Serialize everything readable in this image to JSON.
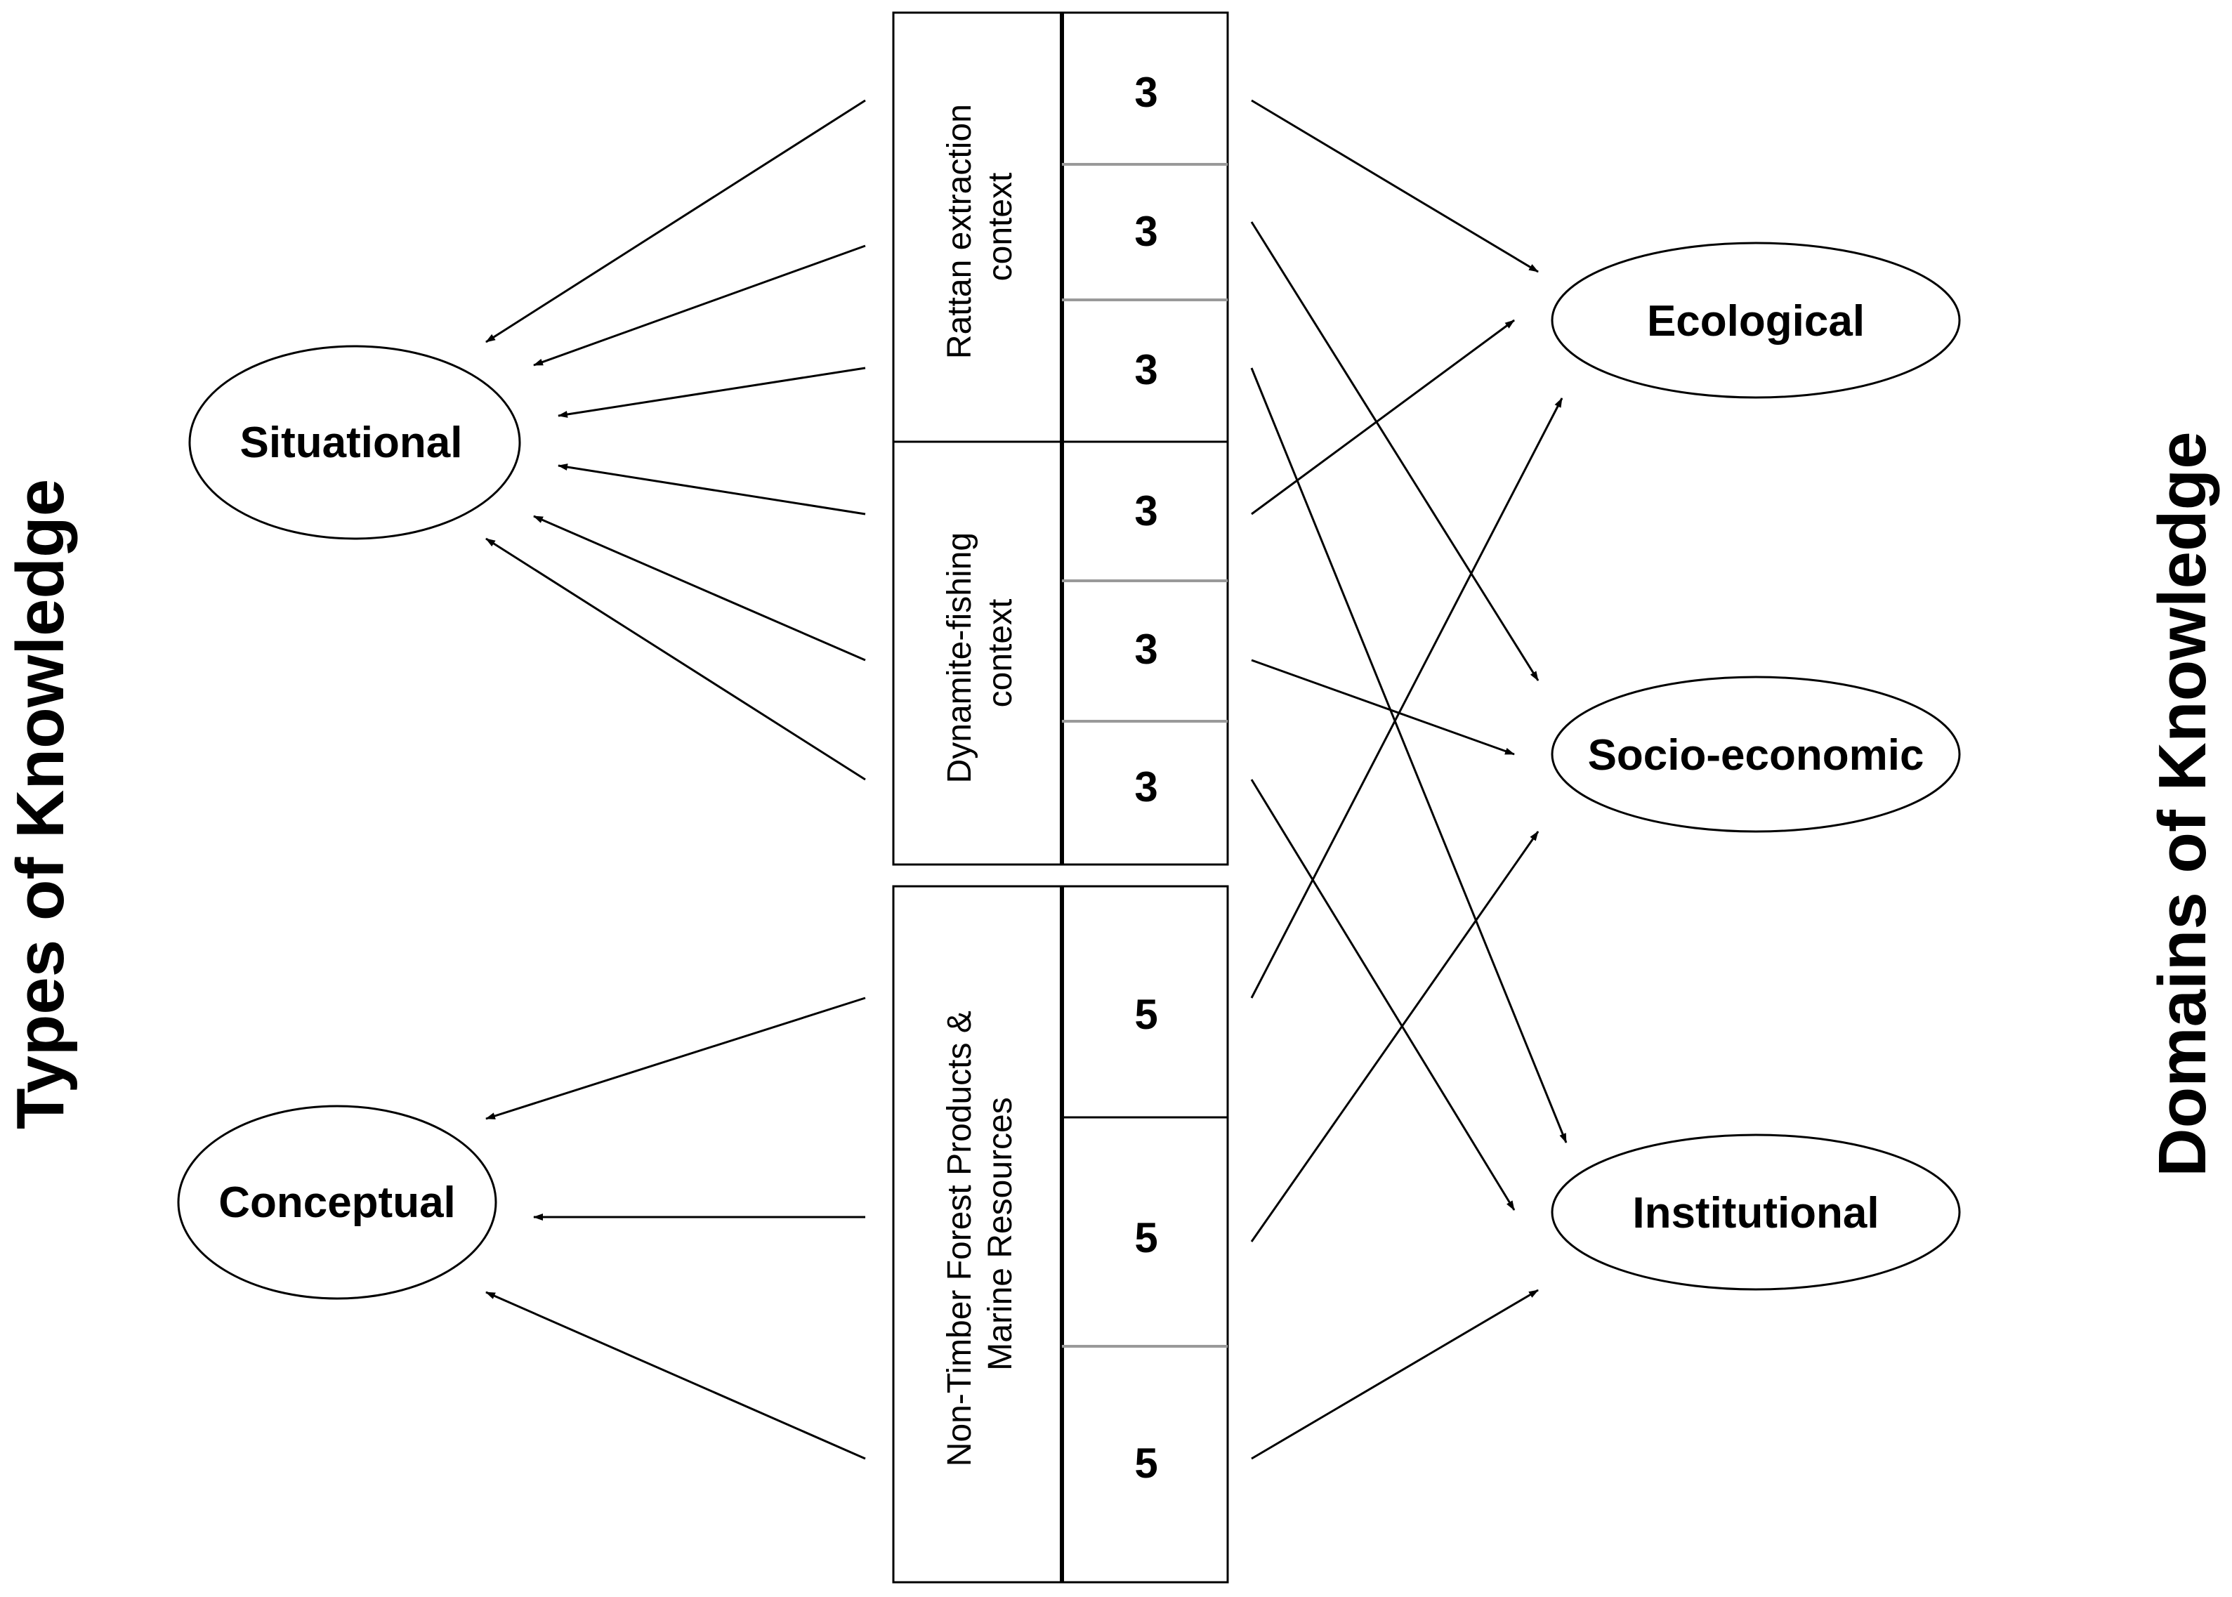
{
  "left_title": "Types of Knowledge",
  "right_title": "Domains of Knowledge",
  "types": {
    "situational": "Situational",
    "conceptual": "Conceptual"
  },
  "domains": {
    "ecological": "Ecological",
    "socio_economic": "Socio-economic",
    "institutional": "Institutional"
  },
  "contexts": {
    "rattan": [
      "Rattan extraction",
      "context"
    ],
    "dynamite": [
      "Dynamite-fishing",
      "context"
    ],
    "ntfp": [
      "Non-Timber Forest Products &",
      "Marine Resources"
    ]
  },
  "cells": {
    "rattan": [
      "3",
      "3",
      "3"
    ],
    "dynamite": [
      "3",
      "3",
      "3"
    ],
    "ntfp": [
      "5",
      "5",
      "5"
    ]
  }
}
